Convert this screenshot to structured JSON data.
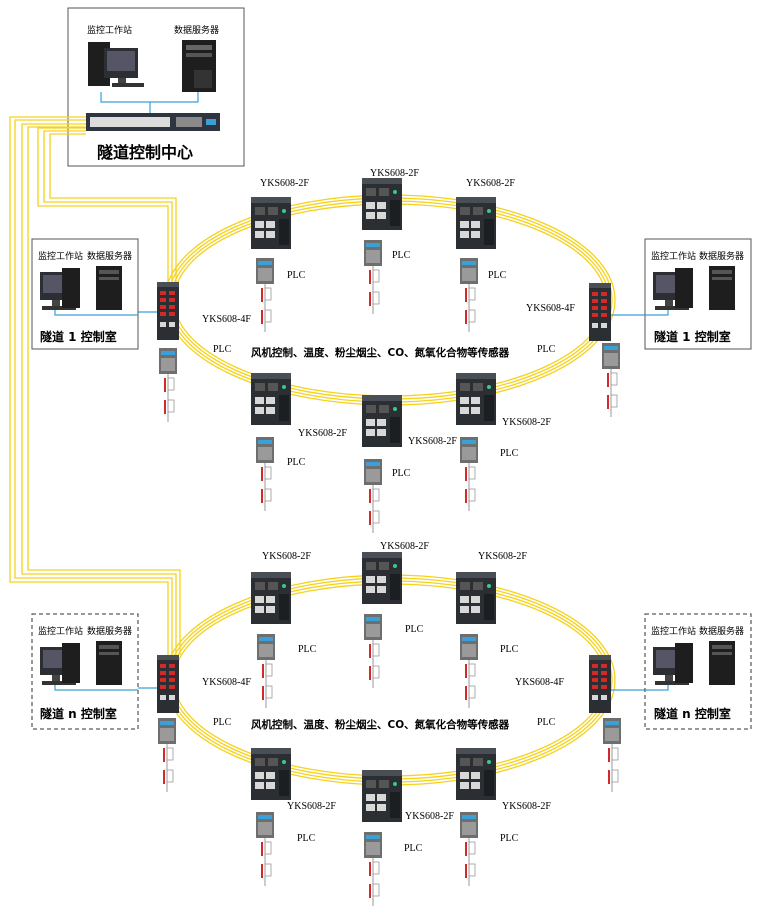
{
  "control_center": {
    "title": "隧道控制中心",
    "workstation_label": "监控工作站",
    "server_label": "数据服务器"
  },
  "left_room_1": {
    "title": "隧道 1 控制室",
    "workstation_label": "监控工作站",
    "server_label": "数据服务器"
  },
  "right_room_1": {
    "title": "隧道 1 控制室",
    "workstation_label": "监控工作站",
    "server_label": "数据服务器"
  },
  "left_room_n": {
    "title": "隧道 n 控制室",
    "workstation_label": "监控工作站",
    "server_label": "数据服务器"
  },
  "right_room_n": {
    "title": "隧道 n 控制室",
    "workstation_label": "监控工作站",
    "server_label": "数据服务器"
  },
  "ring1": {
    "sensor_text": "风机控制、温度、粉尘烟尘、CO、氮氧化合物等传感器",
    "top_switch_labels": [
      "YKS608-2F",
      "YKS608-2F",
      "YKS608-2F"
    ],
    "bottom_switch_labels": [
      "YKS608-2F",
      "YKS608-2F",
      "YKS608-2F"
    ],
    "left_switch_label": "YKS608-4F",
    "right_switch_label": "YKS608-4F",
    "plc_label": "PLC"
  },
  "ring2": {
    "sensor_text": "风机控制、温度、粉尘烟尘、CO、氮氧化合物等传感器",
    "top_switch_labels": [
      "YKS608-2F",
      "YKS608-2F",
      "YKS608-2F"
    ],
    "bottom_switch_labels": [
      "YKS608-2F",
      "YKS608-2F",
      "YKS608-2F"
    ],
    "left_switch_label": "YKS608-4F",
    "right_switch_label": "YKS608-4F",
    "plc_label": "PLC"
  },
  "colors": {
    "fiber": "#f5d21c",
    "ethernet": "#3aa0d8",
    "device": "#2b2f33",
    "fiber_port": "#d22a2a",
    "plc": "#6e6e6e"
  }
}
